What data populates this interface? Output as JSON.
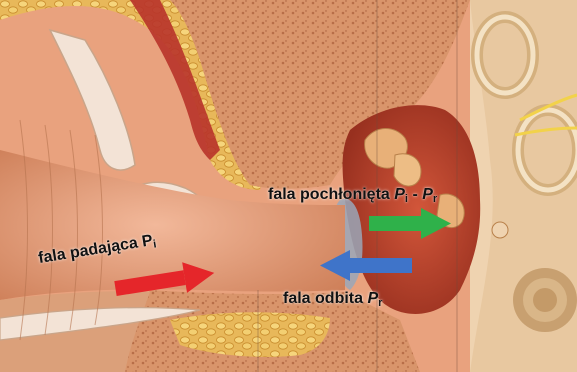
{
  "labels": {
    "absorbed": {
      "text": "fala pochłonięta",
      "sym1": "P",
      "sub1": "i",
      "sep": " - ",
      "sym2": "P",
      "sub2": "r"
    },
    "reflected": {
      "text": "fala odbita",
      "sym": "P",
      "sub": "r"
    },
    "incident": {
      "text": "fala padająca",
      "sym": "P",
      "sub": "i"
    }
  },
  "colors": {
    "absorbed_arrow": "#2fb14a",
    "reflected_arrow": "#3f74c9",
    "incident_arrow": "#e5262a"
  },
  "icons": {
    "absorbed_arrow": "arrow-right-icon",
    "reflected_arrow": "arrow-left-icon",
    "incident_arrow": "arrow-right-icon"
  }
}
